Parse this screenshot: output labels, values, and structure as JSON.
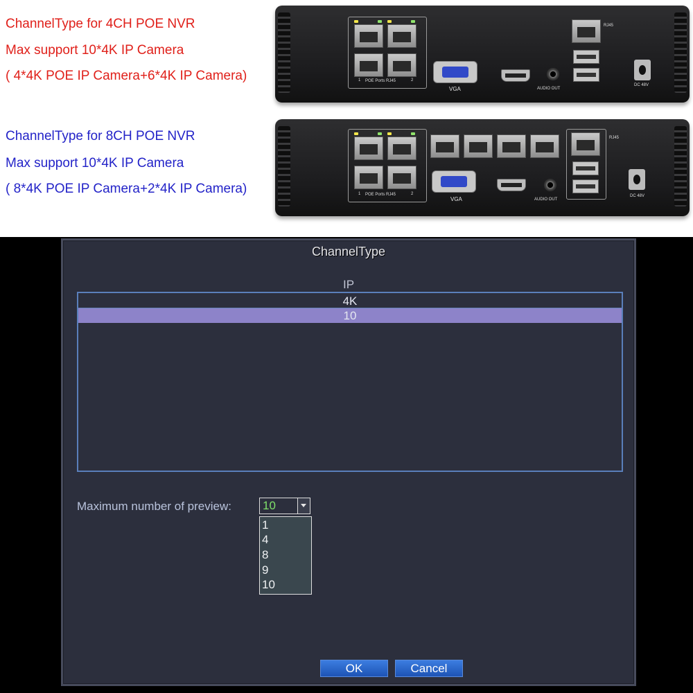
{
  "promo": {
    "nvr4": {
      "line1": "ChannelType for 4CH POE NVR",
      "line2": "Max support 10*4K IP Camera",
      "line3": "( 4*4K POE IP Camera+6*4K IP Camera)",
      "color": "#e0201a"
    },
    "nvr8": {
      "line1": "ChannelType for 8CH POE NVR",
      "line2": "Max support 10*4K IP Camera",
      "line3": "( 8*4K POE IP Camera+2*4K IP Camera)",
      "color": "#2323c8"
    },
    "device_labels": {
      "poe_ports": "POE Ports RJ45",
      "port_1": "1",
      "port_2": "2",
      "vga": "VGA",
      "audio_out": "AUDIO OUT",
      "rj45": "RJ45",
      "dc": "DC 48V"
    }
  },
  "dialog": {
    "title": "ChannelType",
    "column_header": "IP",
    "rows": [
      "4K",
      "10"
    ],
    "selected_row": 1,
    "preview_label": "Maximum number of preview:",
    "preview_value": "10",
    "preview_options": [
      "1",
      "4",
      "8",
      "9",
      "10"
    ],
    "ok_label": "OK",
    "cancel_label": "Cancel",
    "colors": {
      "background": "#2c2f3d",
      "selection": "#8d83c9",
      "button": "#2a66cc",
      "selected_value": "#7fe06a"
    }
  }
}
